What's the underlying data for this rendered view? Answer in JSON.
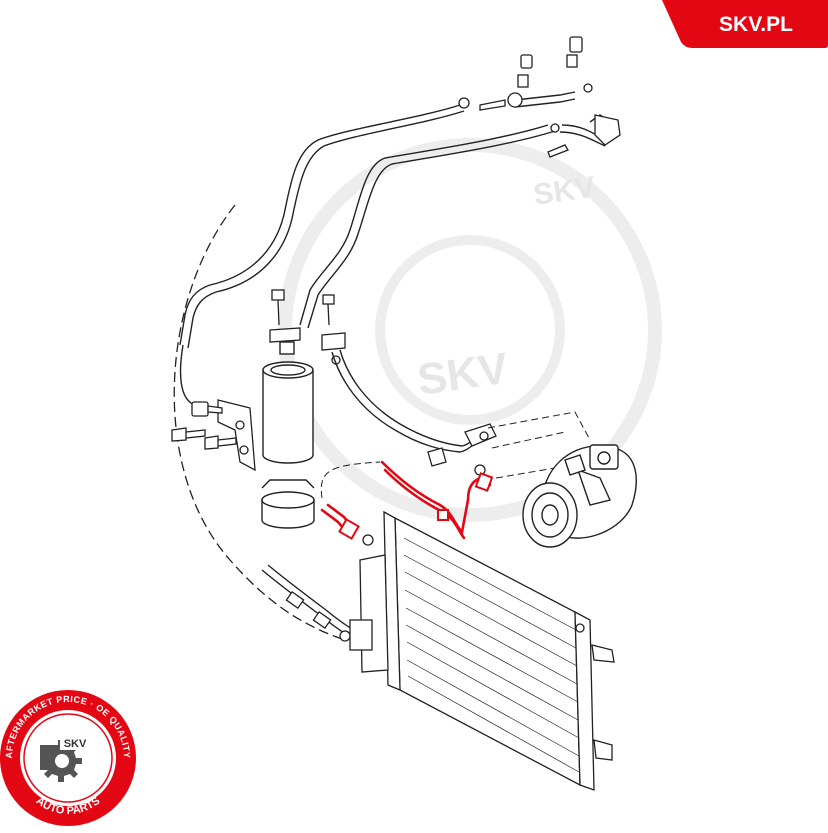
{
  "brand": {
    "site_label": "SKV.PL",
    "badge_color": "#e30613",
    "seal_text_top": "AFTERMARKET PRICE · OE QUALITY",
    "seal_text_bottom": "AUTO PARTS",
    "seal_center": "SKV",
    "watermark": "SKV"
  },
  "colors": {
    "line_art": "#222222",
    "highlight": "#e30613",
    "watermark": "#ececec"
  },
  "diagram": {
    "highlighted_parts": [
      "ac-hose-condenser",
      "ac-hose-compressor"
    ],
    "components": [
      "refrigerant-lines",
      "receiver-drier",
      "compressor",
      "condenser",
      "mounting-bracket",
      "bolts"
    ]
  }
}
